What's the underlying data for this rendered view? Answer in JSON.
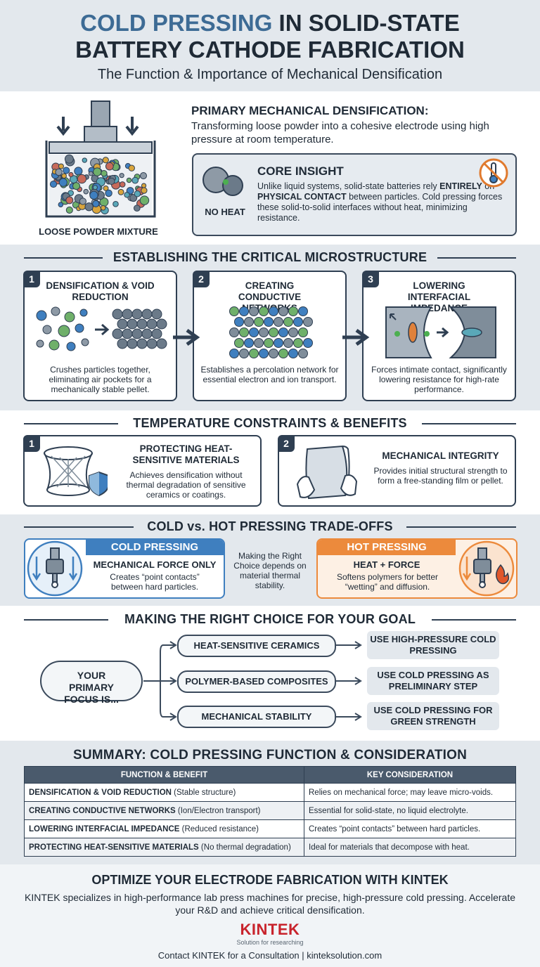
{
  "header": {
    "title_accent": "COLD PRESSING",
    "title_rest": " IN SOLID-STATE",
    "title_line2": "BATTERY CATHODE FABRICATION",
    "subtitle": "The Function & Importance of Mechanical Densification"
  },
  "intro": {
    "press_label": "LOOSE POWDER MIXTURE",
    "heading": "PRIMARY MECHANICAL DENSIFICATION:",
    "text": "Transforming loose powder into a cohesive electrode using high pressure at room temperature.",
    "core_title": "CORE INSIGHT",
    "core_text_1": "Unlike liquid systems, solid-state batteries rely ",
    "core_text_bold_1": "ENTIRELY",
    "core_text_2": " on ",
    "core_text_bold_2": "PHYSICAL CONTACT",
    "core_text_3": " between particles. Cold pressing forces these solid-to-solid interfaces without heat, minimizing resistance.",
    "no_heat_label": "NO HEAT"
  },
  "microstructure": {
    "title": "ESTABLISHING THE CRITICAL MICROSTRUCTURE",
    "cards": [
      {
        "num": "1",
        "title": "DENSIFICATION & VOID REDUCTION",
        "body": "Crushes particles together, eliminating air pockets for a mechanically stable pellet."
      },
      {
        "num": "2",
        "title": "CREATING CONDUCTIVE NETWORKS",
        "body": "Establishes a percolation network for essential electron and ion transport."
      },
      {
        "num": "3",
        "title": "LOWERING INTERFACIAL IMPEDANCE",
        "body": "Forces intimate contact, significantly lowering resistance for high-rate performance."
      }
    ]
  },
  "temperature": {
    "title": "TEMPERATURE CONSTRAINTS & BENEFITS",
    "cards": [
      {
        "num": "1",
        "title": "PROTECTING HEAT-SENSITIVE MATERIALS",
        "body": "Achieves densification without thermal degradation of sensitive ceramics or coatings."
      },
      {
        "num": "2",
        "title": "MECHANICAL INTEGRITY",
        "body": "Provides initial structural strength to form a free-standing film or pellet."
      }
    ]
  },
  "tradeoffs": {
    "title": "COLD vs. HOT PRESSING TRADE-OFFS",
    "cold_header": "COLD PRESSING",
    "cold_sub": "MECHANICAL FORCE ONLY",
    "cold_body": "Creates “point contacts” between hard particles.",
    "middle": "Making the Right Choice depends on material thermal stability.",
    "hot_header": "HOT PRESSING",
    "hot_sub": "HEAT + FORCE",
    "hot_body": "Softens polymers for better “wetting” and diffusion.",
    "cold_color": "#3f7fbf",
    "hot_color": "#ec8a3c"
  },
  "choice": {
    "title": "MAKING THE RIGHT CHOICE FOR YOUR GOAL",
    "focus": "YOUR PRIMARY FOCUS IS...",
    "options": [
      {
        "goal": "HEAT-SENSITIVE CERAMICS",
        "result": "USE HIGH-PRESSURE COLD PRESSING"
      },
      {
        "goal": "POLYMER-BASED COMPOSITES",
        "result": "USE COLD PRESSING AS PRELIMINARY STEP"
      },
      {
        "goal": "MECHANICAL STABILITY",
        "result": "USE COLD PRESSING FOR GREEN STRENGTH"
      }
    ]
  },
  "summary": {
    "title": "SUMMARY: COLD PRESSING FUNCTION & CONSIDERATION",
    "col1": "FUNCTION & BENEFIT",
    "col2": "KEY CONSIDERATION",
    "rows": [
      {
        "bold": "DENSIFICATION & VOID REDUCTION",
        "rest": " (Stable structure)",
        "consideration": "Relies on mechanical force; may leave micro-voids."
      },
      {
        "bold": "CREATING CONDUCTIVE NETWORKS",
        "rest": " (Ion/Electron transport)",
        "consideration": "Essential for solid-state, no liquid electrolyte."
      },
      {
        "bold": "LOWERING INTERFACIAL IMPEDANCE",
        "rest": " (Reduced resistance)",
        "consideration": "Creates “point contacts” between hard particles."
      },
      {
        "bold": "PROTECTING HEAT-SENSITIVE MATERIALS",
        "rest": " (No thermal degradation)",
        "consideration": "Ideal for materials that decompose with heat."
      }
    ]
  },
  "footer": {
    "title": "OPTIMIZE YOUR ELECTRODE FABRICATION WITH KINTEK",
    "text": "KINTEK specializes in high-performance lab press machines for precise, high-pressure cold pressing. Accelerate your R&D and achieve critical densification.",
    "logo": "KINTEK",
    "tagline": "Solution for researching",
    "contact": "Contact KINTEK for a Consultation | kinteksolution.com",
    "logo_color": "#c8232c"
  }
}
